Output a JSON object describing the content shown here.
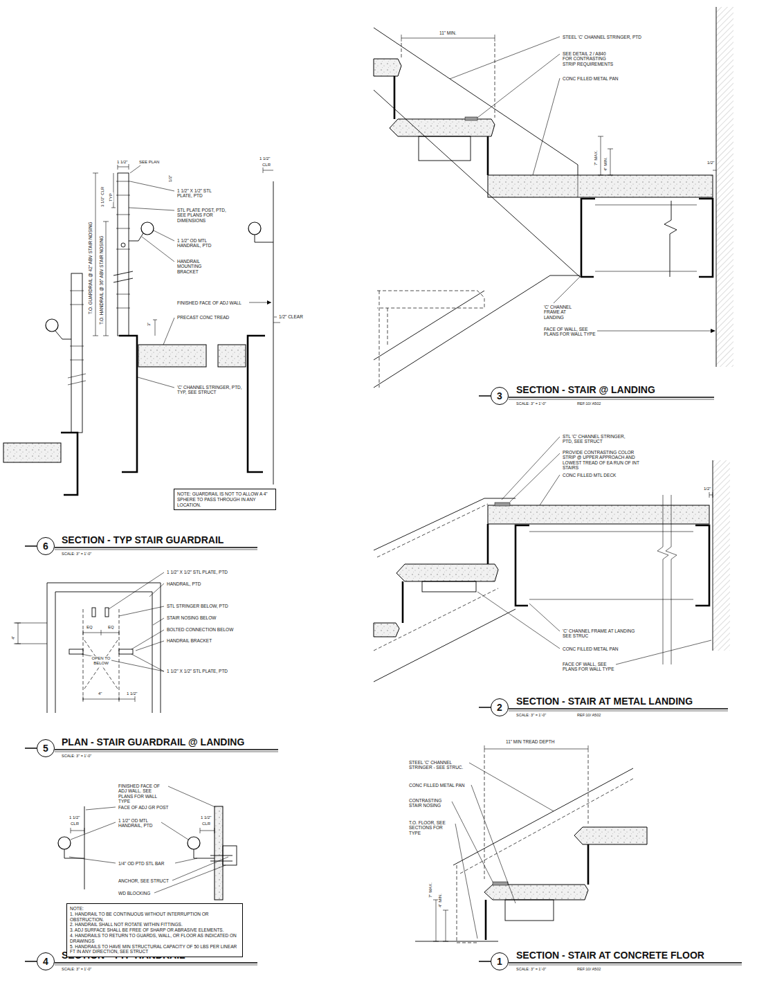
{
  "diagram": {
    "nodes": [
      {
        "text": [
          "6"
        ]
      },
      {
        "text": [
          "NOTE: GUARDRAIL IS NOT TO ALLOW A 4\" SPHERE TO PASS THROUGH IN ANY LOCATION."
        ]
      },
      {
        "text": [
          "5"
        ]
      },
      {
        "text": [
          "NOTE:",
          "1. HANDRAIL TO BE CONTINUOUS WITHOUT INTERRUPTION OR OBSTRUCTION.",
          "2. HANDRAIL SHALL NOT ROTATE WITHIN FITTINGS.",
          "3. ADJ SURFACE SHALL BE FREE OF SHARP OR ABRASIVE ELEMENTS.",
          "4. HANDRAILS TO RETURN TO GUARDS, WALL, OR FLOOR AS INDICATED ON DRAWINGS",
          "5. HANDRAILS TO HAVE MIN STRUCTURAL CAPACITY OF 50 LBS PER LINEAR FT IN ANY DIRECTION, SEE STRUCT"
        ]
      },
      {
        "text": [
          "4"
        ]
      },
      {
        "text": [
          "3"
        ]
      },
      {
        "text": [
          "2"
        ]
      },
      {
        "text": [
          "1"
        ]
      }
    ],
    "labels": [
      "1 1/2\"",
      "SEE PLAN",
      "1 1/2\"",
      "CLR",
      "3 1/2\" CLR",
      "TYP",
      "1/2\"",
      "T.O. GUARDRAIL @ 42\" ABV STAIR NOSING",
      "T.O. HANDRAIL @ 36\" ABV STAIR NOSING",
      "1 1/2\" X 1/2\" STL PLATE, PTD",
      "STL PLATE POST, PTD, SEE PLANS FOR DIMENSIONS",
      "1 1/2\" OD MTL HANDRAIL, PTD",
      "HANDRAIL MOUNTING BRACKET",
      "FINISHED FACE OF ADJ WALL",
      "3\"",
      "PRECAST CONC TREAD",
      "1/2\" CLEAR",
      "'C' CHANNEL STRINGER, PTD, TYP, SEE STRUCT",
      "SECTION - TYP STAIR GUARDRAIL",
      "SCALE: 3\" = 1'-0\"",
      "1 1/2\" X 1/2\" STL PLATE, PTD",
      "HANDRAIL, PTD",
      "STL STRINGER BELOW, PTD",
      "STAIR NOSING BELOW",
      "BOLTED CONNECTION BELOW",
      "HANDRAIL BRACKET",
      "1 1/2\" X 1/2\" STL PLATE, PTD",
      "4\"",
      "EQ",
      "EQ",
      "OPEN TO BELOW",
      "4\"",
      "1 1/2\"",
      "PLAN - STAIR GUARDRAIL @ LANDING",
      "SCALE: 3\" = 1'-0\"",
      "FINISHED FACE OF ADJ WALL. SEE PLANS FOR WALL TYPE",
      "FACE OF ADJ GR POST",
      "1 1/2\"",
      "CLR",
      "1 1/2\"",
      "CLR",
      "1 1/2\" OD MTL HANDRAIL, PTD",
      "1/4\" OD PTD STL BAR",
      "ANCHOR, SEE STRUCT",
      "WD BLOCKING",
      "SECTION - TYP HANDRAIL",
      "SCALE: 3\" = 1'-0\"",
      "11\" MIN.",
      "STEEL 'C' CHANNEL STRINGER, PTD",
      "SEE DETAIL 2 / A840 FOR CONTRASTING STRIP REQUIREMENTS",
      "CONC FILLED METAL PAN",
      "7\" MAX.",
      "4\" MIN.",
      "1/2\"",
      "'C' CHANNEL FRAME AT LANDING",
      "FACE OF WALL, SEE PLANS FOR WALL TYPE",
      "SECTION - STAIR @ LANDING",
      "SCALE: 3\" = 1'-0\"",
      "REF:10/ A502",
      "STL 'C' CHANNEL STRINGER, PTD, SEE STRUCT",
      "PROVIDE CONTRASTING COLOR STRIP @ UPPER APPROACH AND LOWEST TREAD OF EA RUN OF INT STAIRS",
      "CONC FILLED MTL DECK",
      "1/2\"",
      "'C' CHANNEL FRAME AT LANDING SEE STRUC",
      "CONC FILLED METAL PAN",
      "FACE OF WALL, SEE PLANS FOR WALL TYPE",
      "SECTION - STAIR AT METAL LANDING",
      "SCALE: 3\" = 1'-0\"",
      "REF:10/ A502",
      "11\" MIN TREAD DEPTH",
      "STEEL 'C' CHANNEL STRINGER - SEE STRUC.",
      "CONC FILLED METAL PAN",
      "CONTRASTING STAIR NOSING",
      "T.O. FLOOR, SEE SECTIONS FOR TYPE",
      "7\" MAX.",
      "4\" MIN.",
      "SECTION - STAIR AT CONCRETE FLOOR",
      "SCALE: 3\" = 1'-0\"",
      "REF:10/ A502"
    ]
  }
}
